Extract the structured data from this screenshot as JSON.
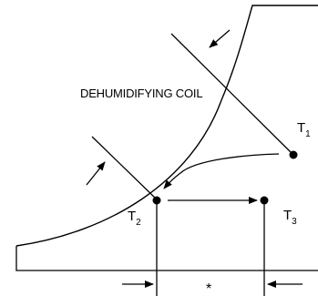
{
  "diagram": {
    "coil_label": "DEHUMIDIFYING COIL",
    "points": [
      {
        "id": "T1",
        "base": "T",
        "sub": "1"
      },
      {
        "id": "T2",
        "base": "T",
        "sub": "2"
      },
      {
        "id": "T3",
        "base": "T",
        "sub": "3"
      }
    ],
    "dimension_label": "*",
    "icons": {
      "flow_arrow": "arrow-icon",
      "state_point": "filled-circle-icon"
    }
  }
}
